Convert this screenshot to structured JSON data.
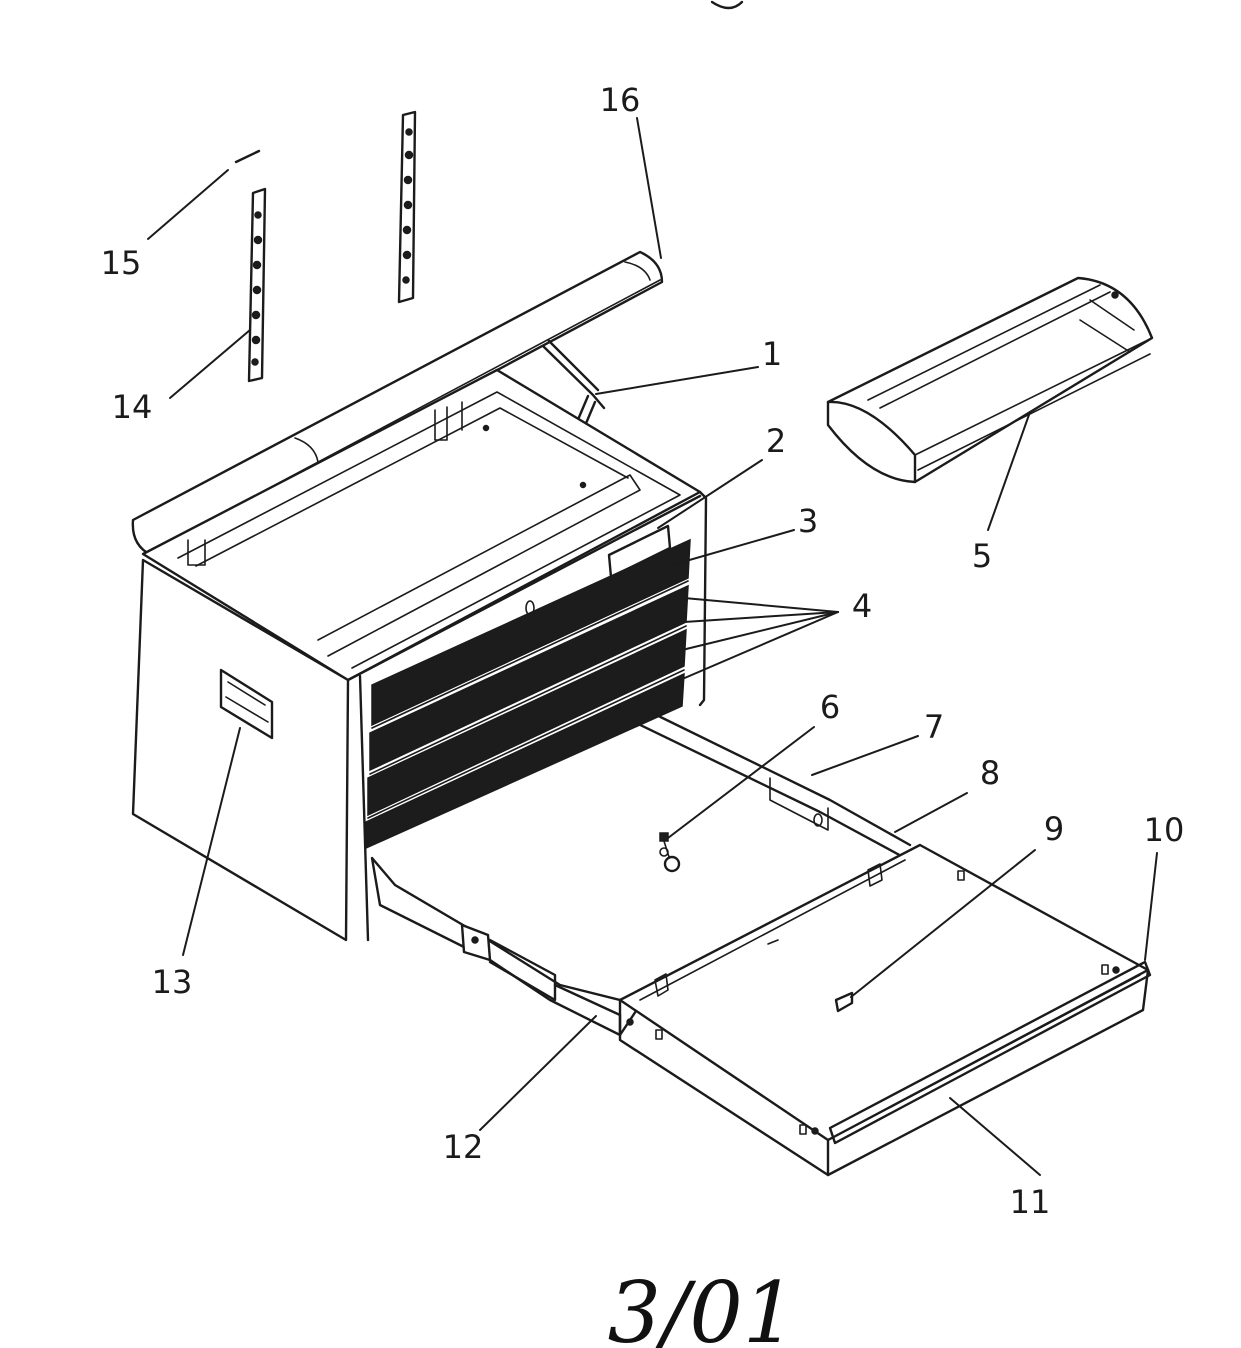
{
  "callouts": [
    {
      "id": "c1",
      "text": "1"
    },
    {
      "id": "c2",
      "text": "2"
    },
    {
      "id": "c3",
      "text": "3"
    },
    {
      "id": "c4",
      "text": "4"
    },
    {
      "id": "c5",
      "text": "5"
    },
    {
      "id": "c6",
      "text": "6"
    },
    {
      "id": "c7",
      "text": "7"
    },
    {
      "id": "c8",
      "text": "8"
    },
    {
      "id": "c9",
      "text": "9"
    },
    {
      "id": "c10",
      "text": "10"
    },
    {
      "id": "c11",
      "text": "11"
    },
    {
      "id": "c12",
      "text": "12"
    },
    {
      "id": "c13",
      "text": "13"
    },
    {
      "id": "c14",
      "text": "14"
    },
    {
      "id": "c15",
      "text": "15"
    },
    {
      "id": "c16",
      "text": "16"
    }
  ],
  "footer": {
    "date_code": "3/01"
  }
}
